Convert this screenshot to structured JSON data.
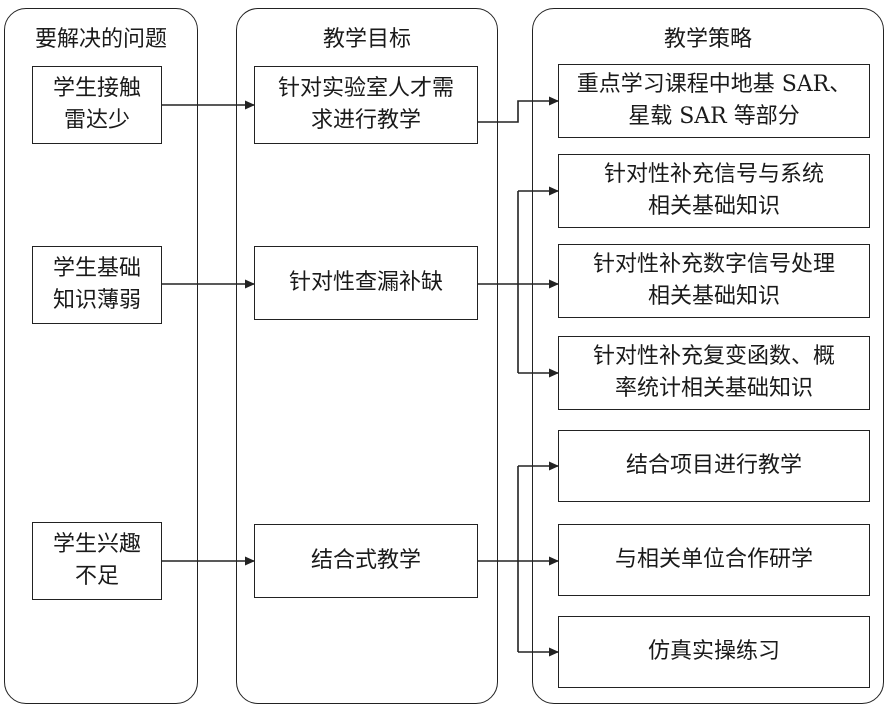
{
  "columns": {
    "problems": "要解决的问题",
    "goals": "教学目标",
    "strategies": "教学策略"
  },
  "problems": [
    {
      "lines": [
        "学生接触",
        "雷达少"
      ]
    },
    {
      "lines": [
        "学生基础",
        "知识薄弱"
      ]
    },
    {
      "lines": [
        "学生兴趣",
        "不足"
      ]
    }
  ],
  "goals": [
    {
      "lines": [
        "针对实验室人才需",
        "求进行教学"
      ]
    },
    {
      "lines": [
        "针对性查漏补缺"
      ]
    },
    {
      "lines": [
        "结合式教学"
      ]
    }
  ],
  "strategies": [
    {
      "lines": [
        "重点学习课程中地基 SAR、",
        "星载 SAR 等部分"
      ]
    },
    {
      "lines": [
        "针对性补充信号与系统",
        "相关基础知识"
      ]
    },
    {
      "lines": [
        "针对性补充数字信号处理",
        "相关基础知识"
      ]
    },
    {
      "lines": [
        "针对性补充复变函数、概",
        "率统计相关基础知识"
      ]
    },
    {
      "lines": [
        "结合项目进行教学"
      ]
    },
    {
      "lines": [
        "与相关单位合作研学"
      ]
    },
    {
      "lines": [
        "仿真实操练习"
      ]
    }
  ]
}
